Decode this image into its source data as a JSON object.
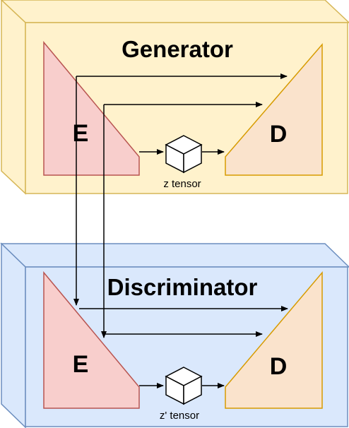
{
  "generator": {
    "title": "Generator",
    "encoder_label": "E",
    "decoder_label": "D",
    "latent_label": "z tensor"
  },
  "discriminator": {
    "title": "Discriminator",
    "encoder_label": "E",
    "decoder_label": "D",
    "latent_label": "z' tensor"
  },
  "colors": {
    "generator_box_fill": "#fff2cc",
    "generator_box_stroke": "#d6b656",
    "discriminator_box_fill": "#dae8fc",
    "discriminator_box_stroke": "#6c8ebf",
    "encoder_fill": "#f8cecc",
    "encoder_stroke": "#b85450",
    "decoder_fill": "#fae3cc",
    "decoder_stroke": "#d79b00"
  }
}
